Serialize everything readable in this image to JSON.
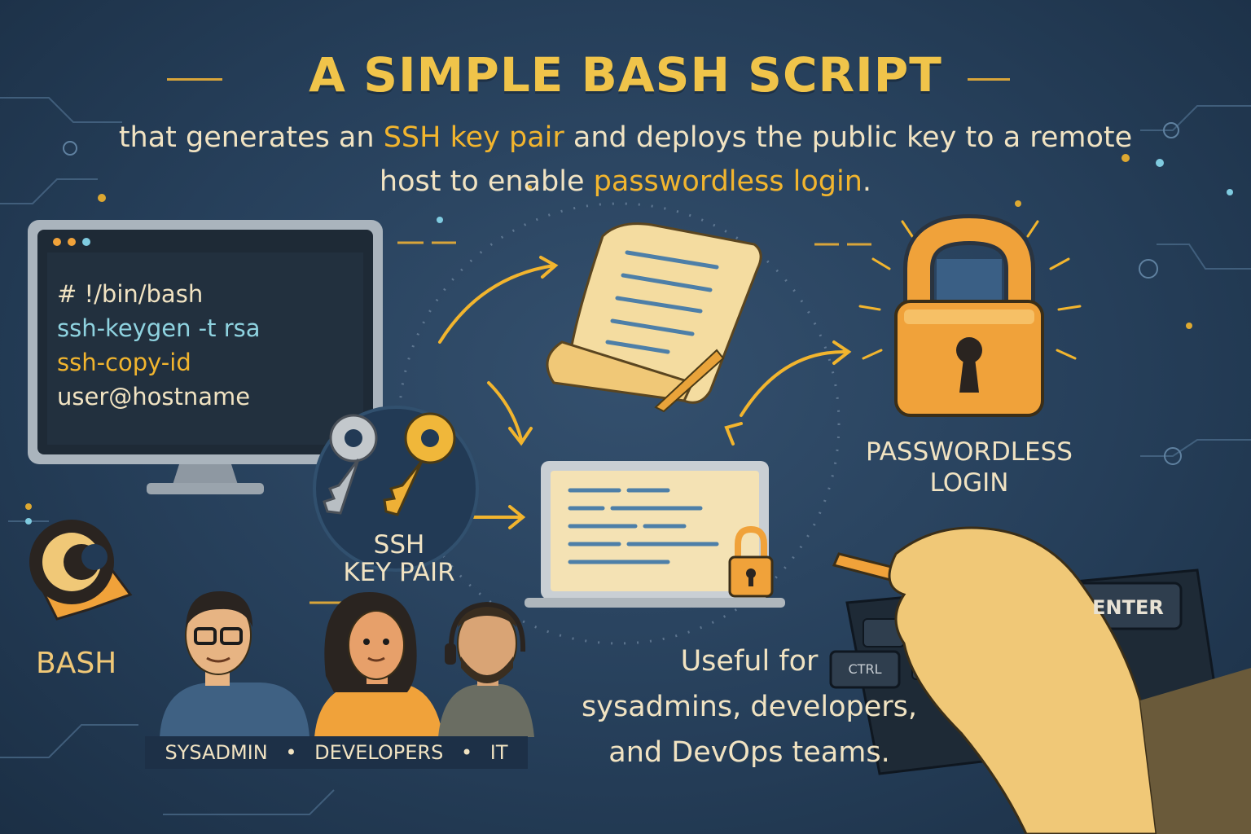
{
  "header": {
    "title": "A SIMPLE BASH SCRIPT",
    "subtitle_parts": {
      "p1": "that generates an ",
      "h1": "SSH key pair",
      "p2": " and deploys the public key to a remote host to enable ",
      "h2": "passwordless login",
      "p3": "."
    }
  },
  "terminal": {
    "lines": [
      "# !/bin/bash",
      "ssh-keygen -t rsa",
      "ssh-copy-id",
      "user@hostname"
    ]
  },
  "key_pair": {
    "label_line1": "SSH",
    "label_line2": "KEY PAIR"
  },
  "lock": {
    "label_line1": "PASSWORDLESS",
    "label_line2": "LOGIN"
  },
  "bash": {
    "label": "BASH"
  },
  "people": {
    "label_1": "SYSADMIN",
    "label_2": "DEVELOPERS",
    "label_3": "IT",
    "separator": "•"
  },
  "audience": {
    "line1": "Useful for",
    "line2": "sysadmins, developers,",
    "line3": "and DevOps teams."
  },
  "keyboard": {
    "enter_key": "ENTER",
    "ctrl_key": "CTRL"
  },
  "icons": [
    "monitor-icon",
    "keys-icon",
    "scroll-icon",
    "padlock-icon",
    "laptop-icon",
    "small-lock-icon",
    "bash-logo-icon",
    "person-icon",
    "hand-pen-icon",
    "keyboard-icon"
  ],
  "colors": {
    "background": "#263f5a",
    "accent": "#f2b52e",
    "text": "#f1e3c2",
    "terminal_teal": "#8fd3e0"
  }
}
